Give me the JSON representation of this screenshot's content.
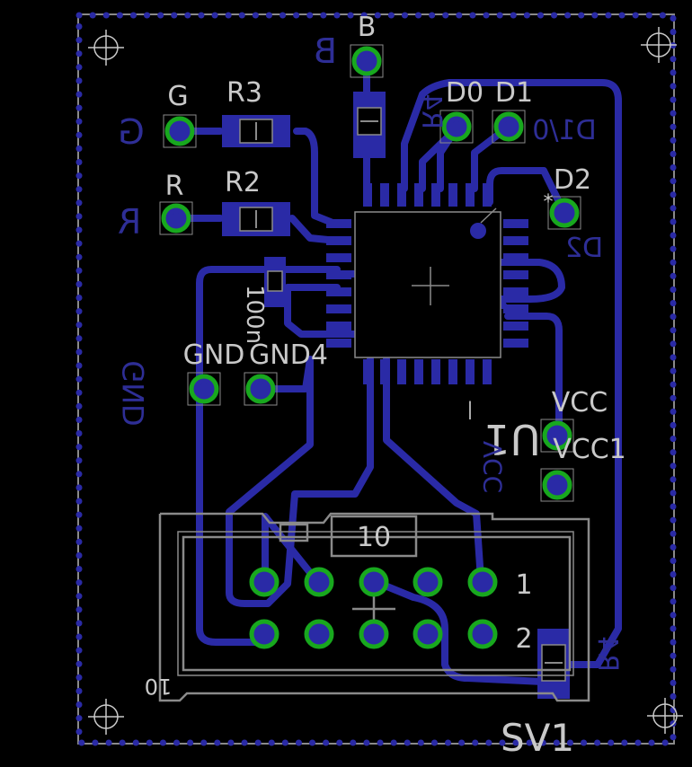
{
  "labels": {
    "B_top": "B",
    "B_mirror": "B",
    "G_top": "G",
    "G_mirror": "G",
    "R_top": "R",
    "R_mirror": "R",
    "R3": "R3",
    "R2": "R2",
    "R4": "R4",
    "D0": "D0",
    "D1": "D1",
    "D1_mirror": "D1/0",
    "D2": "D2",
    "D2_mirror": "D2",
    "GND_left": "GND",
    "GND": "GND",
    "GND4": "GND4",
    "VCC": "VCC",
    "VCC1": "VCC1",
    "VCC_mirror": "VCC",
    "U1": "U1",
    "cap": "100n",
    "SV1": "SV1",
    "conn_tag": "10",
    "pin1": "1",
    "pin2": "2",
    "pin10": "10",
    "star": "*"
  },
  "colors": {
    "background": "#000000",
    "copper": "#2a2aa6",
    "copper_label": "#2e2e96",
    "pad_ring": "#18a81e",
    "pad_hole": "#2a2aa6",
    "silk": "#c9c9c9",
    "outline": "#8a8a8a",
    "via": "#2a2aa6"
  }
}
